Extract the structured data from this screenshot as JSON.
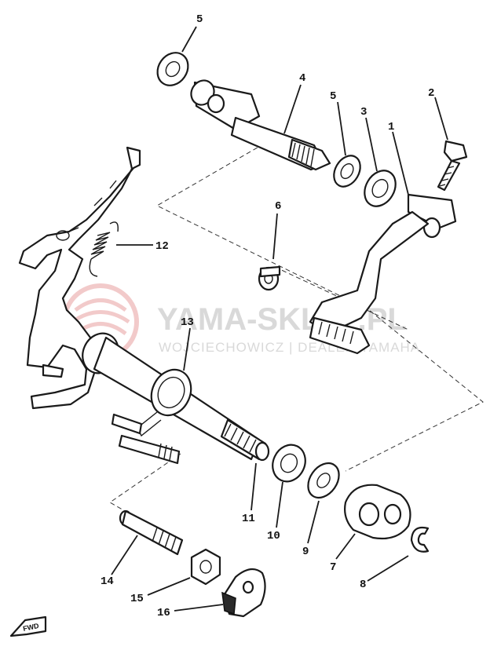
{
  "watermark": {
    "title": "YAMA-SKLEP.PL",
    "subtitle": "WOJCIECHOWICZ | DEALER YAMAHA",
    "logo_color": "#e8a0a0"
  },
  "callouts": {
    "c1": "1",
    "c2": "2",
    "c3": "3",
    "c4": "4",
    "c5a": "5",
    "c5b": "5",
    "c6": "6",
    "c7": "7",
    "c8": "8",
    "c9": "9",
    "c10": "10",
    "c11": "11",
    "c12": "12",
    "c13": "13",
    "c14": "14",
    "c15": "15",
    "c16": "16"
  },
  "direction_marker": {
    "label": "FWD"
  }
}
